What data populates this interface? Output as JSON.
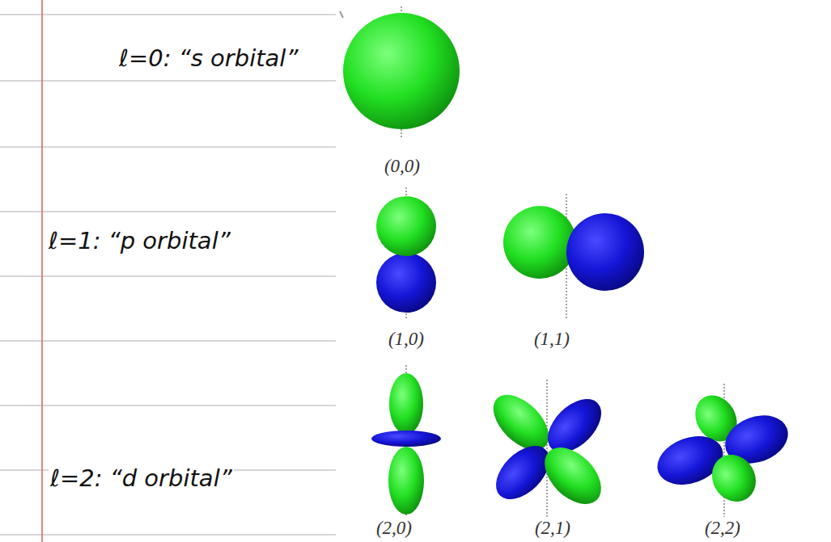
{
  "diagram": {
    "labels": [
      "ℓ=0: “s orbital”",
      "ℓ=1: “p orbital”",
      "ℓ=2: “d orbital”",
      "(0,0)",
      "(1,0)",
      "(1,1)",
      "(2,0)",
      "(2,1)",
      "(2,2)"
    ]
  }
}
